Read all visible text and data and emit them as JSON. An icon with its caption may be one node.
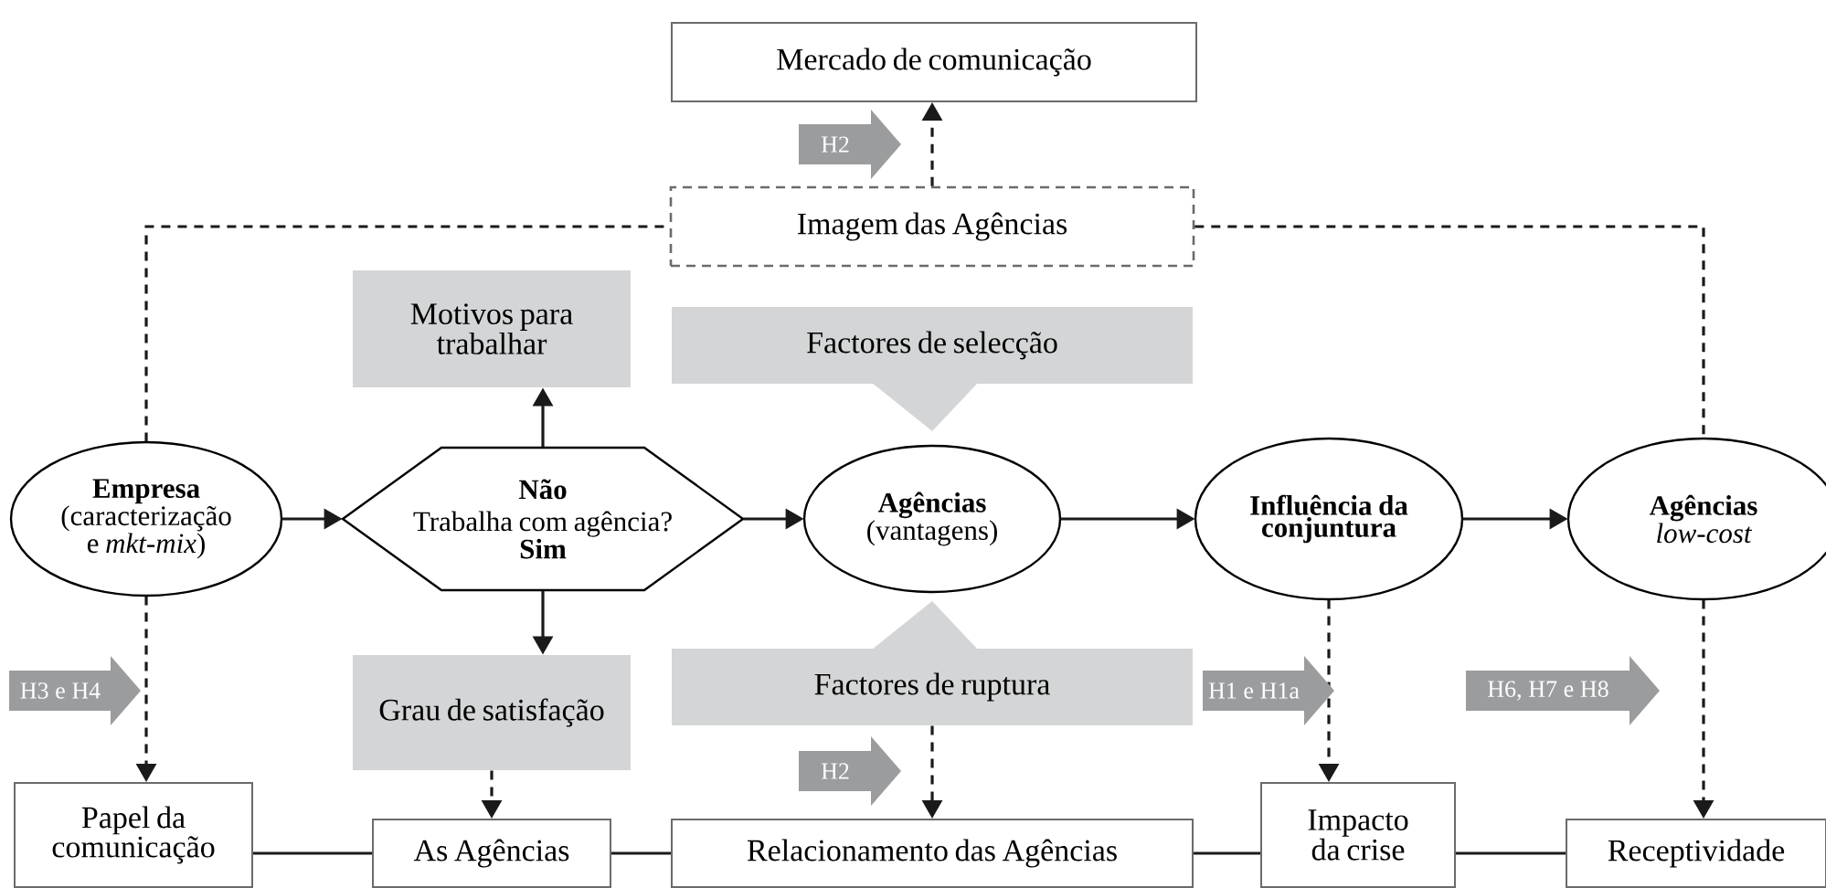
{
  "diagram": {
    "nodes": [
      {
        "text": [
          "Mercado de comunicação"
        ]
      },
      {
        "text": [
          "Imagem das Agências"
        ]
      },
      {
        "text": [
          "Motivos para trabalhar"
        ]
      },
      {
        "text": [
          "Factores de selecção"
        ]
      },
      {
        "text": [
          "Empresa",
          "(caracterização e *mkt-mix*)"
        ]
      },
      {
        "text": [
          "Não",
          "Trabalha com agência?",
          "Sim"
        ]
      },
      {
        "text": [
          "Agências",
          "(vantagens)"
        ]
      },
      {
        "text": [
          "Influência da conjuntura"
        ]
      },
      {
        "text": [
          "Agências",
          "low-cost"
        ]
      },
      {
        "text": [
          "Grau de satisfação"
        ]
      },
      {
        "text": [
          "Factores de ruptura"
        ]
      },
      {
        "text": [
          "Papel da comunicação"
        ]
      },
      {
        "text": [
          "As Agências"
        ]
      },
      {
        "text": [
          "Relacionamento das Agências"
        ]
      },
      {
        "text": [
          "Impacto da crise"
        ]
      },
      {
        "text": [
          "Receptividade"
        ]
      }
    ],
    "edges": [
      {
        "from": 1,
        "to": 0,
        "arrow": "to",
        "style": "dashed",
        "label": "H2"
      },
      {
        "from": 4,
        "to": 1,
        "arrow": "none",
        "style": "dashed"
      },
      {
        "from": 1,
        "to": 8,
        "arrow": "none",
        "style": "dashed"
      },
      {
        "from": 4,
        "to": 5,
        "arrow": "to"
      },
      {
        "from": 5,
        "to": 2,
        "arrow": "to"
      },
      {
        "from": 5,
        "to": 9,
        "arrow": "to"
      },
      {
        "from": 5,
        "to": 6,
        "arrow": "to"
      },
      {
        "from": 6,
        "to": 7,
        "arrow": "to"
      },
      {
        "from": 7,
        "to": 8,
        "arrow": "to"
      },
      {
        "from": 4,
        "to": 11,
        "arrow": "to",
        "style": "dashed",
        "label": "H3 e H4"
      },
      {
        "from": 9,
        "to": 12,
        "arrow": "to",
        "style": "dashed"
      },
      {
        "from": 10,
        "to": 13,
        "arrow": "to",
        "style": "dashed",
        "label": "H2"
      },
      {
        "from": 7,
        "to": 14,
        "arrow": "to",
        "style": "dashed",
        "label": "H1 e H1a"
      },
      {
        "from": 8,
        "to": 15,
        "arrow": "to",
        "style": "dashed",
        "label": "H6, H7 e H8"
      },
      {
        "from": 11,
        "to": 12,
        "arrow": "none"
      },
      {
        "from": 12,
        "to": 13,
        "arrow": "none"
      },
      {
        "from": 13,
        "to": 14,
        "arrow": "none"
      },
      {
        "from": 14,
        "to": 15,
        "arrow": "none"
      }
    ]
  }
}
